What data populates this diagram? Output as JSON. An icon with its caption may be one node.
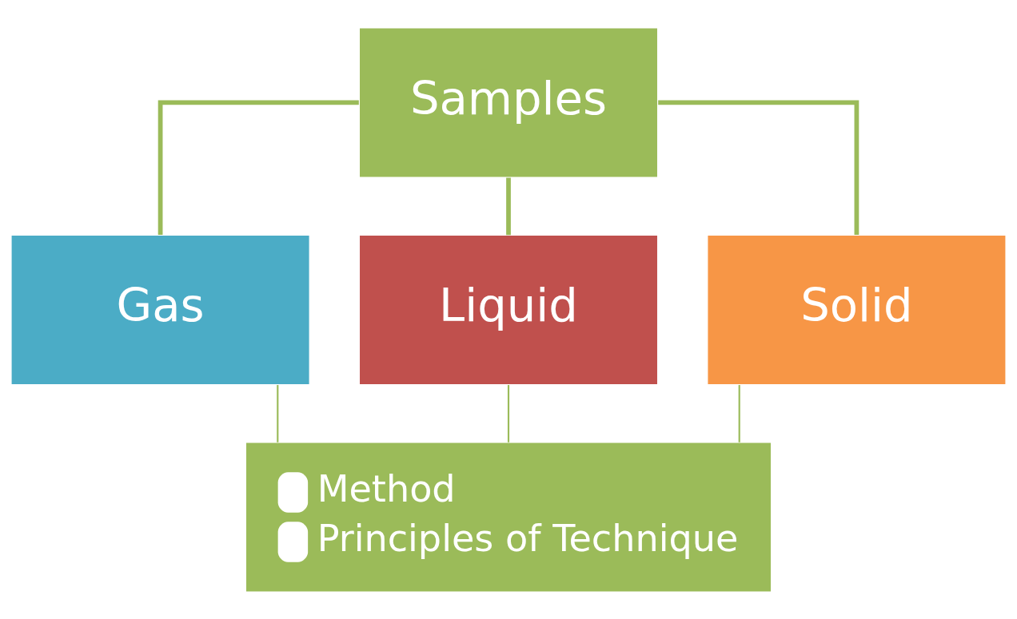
{
  "diagram": {
    "nodes": [
      {
        "text": [
          "Samples"
        ]
      },
      {
        "text": [
          "Gas"
        ]
      },
      {
        "text": [
          "Liquid"
        ]
      },
      {
        "text": [
          "Solid"
        ]
      },
      {
        "text": [
          "Method",
          "Principles of Technique"
        ]
      }
    ],
    "edges": [
      {
        "from": 0,
        "to": 1,
        "arrow": "none",
        "style": "thick"
      },
      {
        "from": 0,
        "to": 2,
        "arrow": "none",
        "style": "thick"
      },
      {
        "from": 0,
        "to": 3,
        "arrow": "none",
        "style": "thick"
      },
      {
        "from": 1,
        "to": 4,
        "arrow": "none"
      },
      {
        "from": 2,
        "to": 4,
        "arrow": "none"
      },
      {
        "from": 3,
        "to": 4,
        "arrow": "none"
      }
    ]
  }
}
